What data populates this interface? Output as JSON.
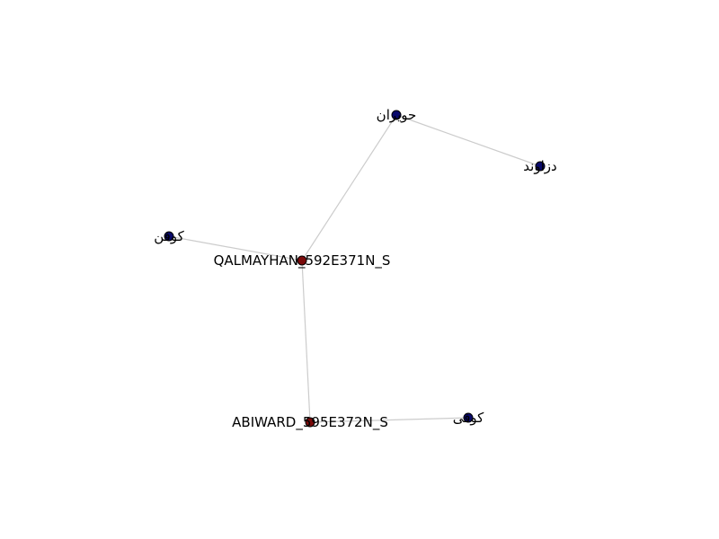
{
  "graph": {
    "node_colors": {
      "primary": "#7a0a0a",
      "secondary": "#0a0a6b"
    },
    "edge_color": "#cccccc",
    "nodes": [
      {
        "id": "n_qalmayhan",
        "label": "QALMAYHAN_592E371N_S",
        "group": "primary"
      },
      {
        "id": "n_abiward",
        "label": "ABIWARD_595E372N_S",
        "group": "primary"
      },
      {
        "id": "n_hoviran",
        "label": "حویران",
        "group": "secondary"
      },
      {
        "id": "n_dezavand",
        "label": "دزاوند",
        "group": "secondary"
      },
      {
        "id": "n_kofan",
        "label": "کوفن",
        "group": "secondary"
      },
      {
        "id": "n_kofi",
        "label": "کوفی",
        "group": "secondary"
      }
    ],
    "edges": [
      {
        "source": "n_qalmayhan",
        "target": "n_hoviran"
      },
      {
        "source": "n_hoviran",
        "target": "n_dezavand"
      },
      {
        "source": "n_qalmayhan",
        "target": "n_kofan"
      },
      {
        "source": "n_qalmayhan",
        "target": "n_abiward"
      },
      {
        "source": "n_abiward",
        "target": "n_kofi"
      }
    ]
  }
}
